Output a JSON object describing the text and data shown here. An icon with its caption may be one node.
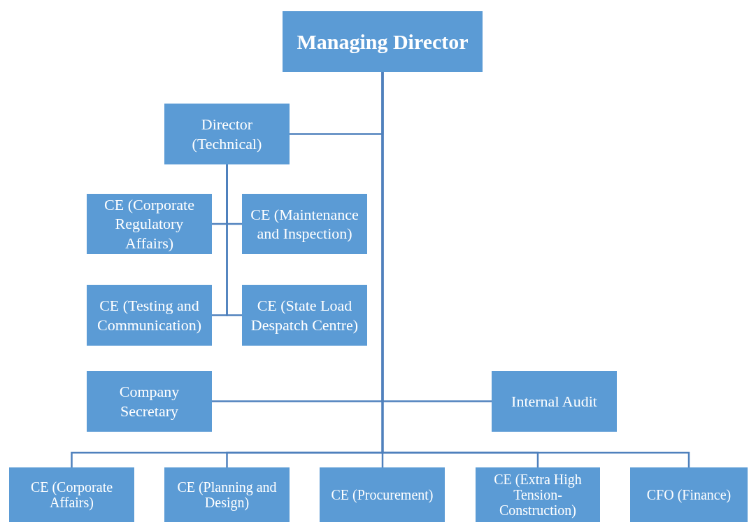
{
  "diagram": {
    "nodes": [
      {
        "text": [
          "Managing Director"
        ]
      },
      {
        "text": [
          "Director (Technical)"
        ]
      },
      {
        "text": [
          "CE (Corporate Regulatory Affairs)"
        ]
      },
      {
        "text": [
          "CE (Maintenance and Inspection)"
        ]
      },
      {
        "text": [
          "CE (Testing and Communication)"
        ]
      },
      {
        "text": [
          "CE (State Load Despatch Centre)"
        ]
      },
      {
        "text": [
          "Company Secretary"
        ]
      },
      {
        "text": [
          "Internal Audit"
        ]
      },
      {
        "text": [
          "CE (Corporate Affairs)"
        ]
      },
      {
        "text": [
          "CE (Planning and Design)"
        ]
      },
      {
        "text": [
          "CE (Procurement)"
        ]
      },
      {
        "text": [
          "CE (Extra High Tension-Construction)"
        ]
      },
      {
        "text": [
          "CFO (Finance)"
        ]
      }
    ],
    "edges": [
      {
        "from": 0,
        "to": 1,
        "arrow": "none"
      },
      {
        "from": 1,
        "to": 2,
        "arrow": "none"
      },
      {
        "from": 1,
        "to": 3,
        "arrow": "none"
      },
      {
        "from": 1,
        "to": 4,
        "arrow": "none"
      },
      {
        "from": 1,
        "to": 5,
        "arrow": "none"
      },
      {
        "from": 0,
        "to": 6,
        "arrow": "none"
      },
      {
        "from": 0,
        "to": 7,
        "arrow": "none"
      },
      {
        "from": 0,
        "to": 8,
        "arrow": "none"
      },
      {
        "from": 0,
        "to": 9,
        "arrow": "none"
      },
      {
        "from": 0,
        "to": 10,
        "arrow": "none"
      },
      {
        "from": 0,
        "to": 11,
        "arrow": "none"
      },
      {
        "from": 0,
        "to": 12,
        "arrow": "none"
      }
    ]
  }
}
